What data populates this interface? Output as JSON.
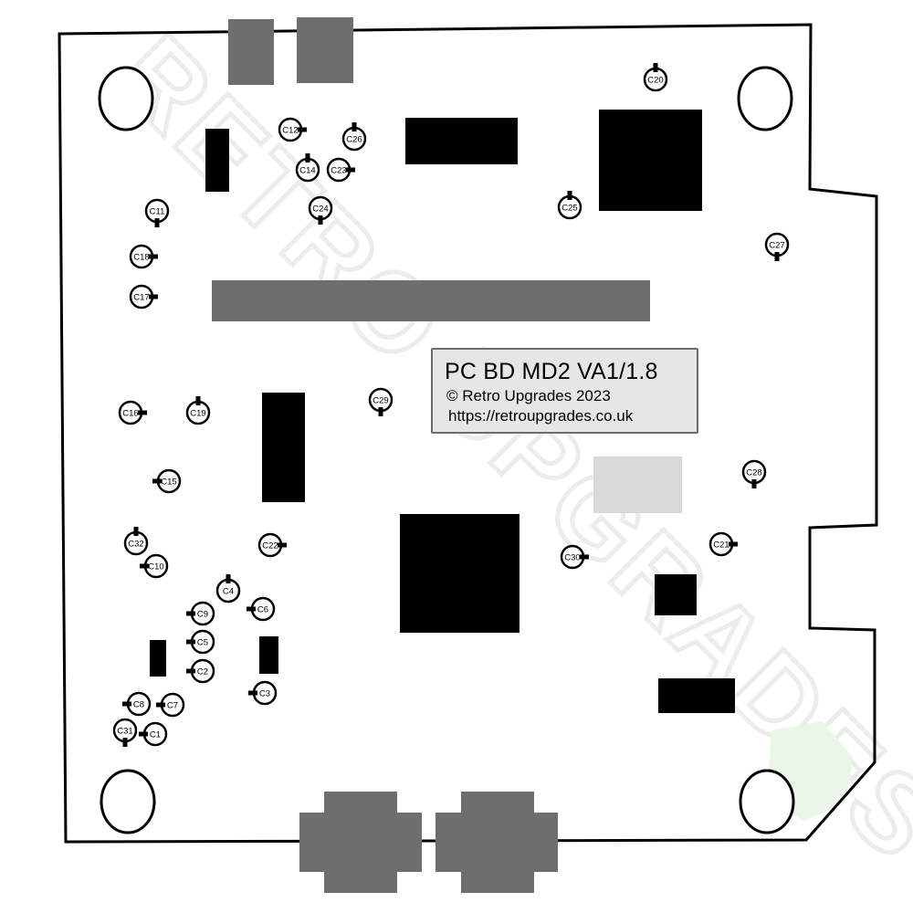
{
  "board": {
    "title": "PC BD MD2 VA1/1.8",
    "copyright": "© Retro Upgrades 2023",
    "url": "https://retroupgrades.co.uk",
    "watermark": "RETRO UPGRADES"
  },
  "capacitors": [
    "C20",
    "C12",
    "C26",
    "C14",
    "C23",
    "C24",
    "C25",
    "C11",
    "C27",
    "C18",
    "C17",
    "C16",
    "C19",
    "C29",
    "C15",
    "C28",
    "C32",
    "C22",
    "C10",
    "C30",
    "C21",
    "C4",
    "C9",
    "C6",
    "C5",
    "C2",
    "C3",
    "C8",
    "C7",
    "C31",
    "C1"
  ],
  "colors": {
    "outline": "#000000",
    "connector": "#6e6e6e",
    "chip": "#000000",
    "label_bg": "#e6e6e6",
    "pad_light": "#d9d9d9",
    "logo": "#e8f5e6"
  }
}
